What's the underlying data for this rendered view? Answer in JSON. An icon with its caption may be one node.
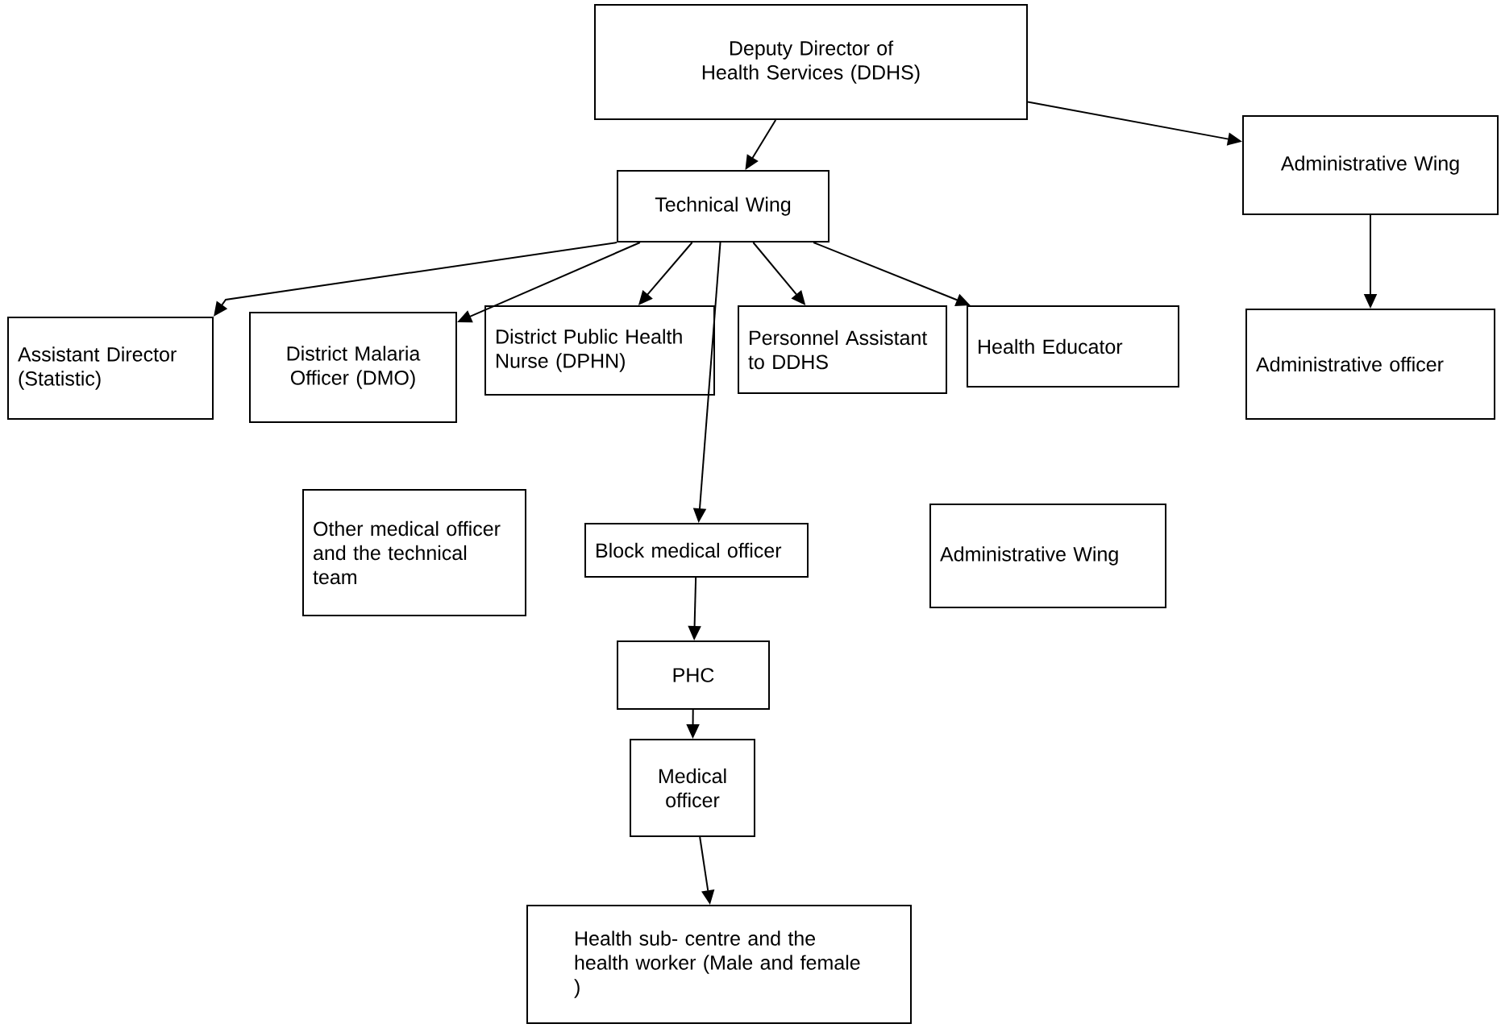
{
  "diagram": {
    "nodes": [
      {
        "text": [
          "Deputy Director of Health Services (DDHS)"
        ]
      },
      {
        "text": [
          "Administrative Wing"
        ]
      },
      {
        "text": [
          "Technical Wing"
        ]
      },
      {
        "text": [
          "Assistant Director (Statistic)"
        ]
      },
      {
        "text": [
          "District Malaria Officer (DMO)"
        ]
      },
      {
        "text": [
          "District Public Health Nurse (DPHN)"
        ]
      },
      {
        "text": [
          "Personnel Assistant to DDHS"
        ]
      },
      {
        "text": [
          "Health Educator"
        ]
      },
      {
        "text": [
          "Administrative officer"
        ]
      },
      {
        "text": [
          "Other medical officer and the technical team"
        ]
      },
      {
        "text": [
          "Block medical officer"
        ]
      },
      {
        "text": [
          "Administrative Wing"
        ]
      },
      {
        "text": [
          "PHC"
        ]
      },
      {
        "text": [
          "Medical officer"
        ]
      },
      {
        "text": [
          "Health sub- centre and the health worker (Male and female )"
        ]
      }
    ],
    "edges": [
      {
        "from": 0,
        "to": 2,
        "arrow": "to"
      },
      {
        "from": 0,
        "to": 1,
        "arrow": "to"
      },
      {
        "from": 1,
        "to": 8,
        "arrow": "to"
      },
      {
        "from": 2,
        "to": 3,
        "arrow": "to"
      },
      {
        "from": 2,
        "to": 4,
        "arrow": "to"
      },
      {
        "from": 2,
        "to": 5,
        "arrow": "to"
      },
      {
        "from": 2,
        "to": 6,
        "arrow": "to"
      },
      {
        "from": 2,
        "to": 7,
        "arrow": "to"
      },
      {
        "from": 2,
        "to": 10,
        "arrow": "to"
      },
      {
        "from": 10,
        "to": 12,
        "arrow": "to"
      },
      {
        "from": 12,
        "to": 13,
        "arrow": "to"
      },
      {
        "from": 13,
        "to": 14,
        "arrow": "to"
      }
    ]
  }
}
